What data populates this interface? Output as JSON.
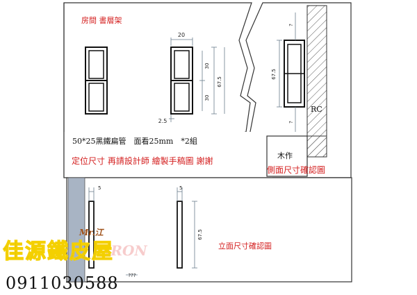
{
  "title": "房間 書層架",
  "spec_line": "50*25黑鐵扁管　面看25mm　*2組",
  "note_line": "定位尺寸 再請設計師 繪製手稿圖 謝謝",
  "side_view_title": "側面尺寸確認圖",
  "elevation_title": "立面尺寸確認圖",
  "labels": {
    "rc": "RC",
    "woodwork": "木作"
  },
  "dimensions": {
    "width_top": "20",
    "section_a": "30",
    "section_b": "30",
    "total_height": "67.5",
    "side_height": "67.5",
    "offset": "2.5",
    "elev_width": "5",
    "elev_width_left": "5",
    "elev_height": "67.5",
    "top_gap_1": "?",
    "top_gap_2": "?",
    "bottom_gap": "???"
  },
  "brand": {
    "signature": "Mr.江",
    "name": "佳源鐵皮屋",
    "watermark": "IRON",
    "phone": "0911030588"
  },
  "colors": {
    "red_text": "#d42020",
    "wall_fill": "#a8b4c4",
    "line": "#222222"
  }
}
